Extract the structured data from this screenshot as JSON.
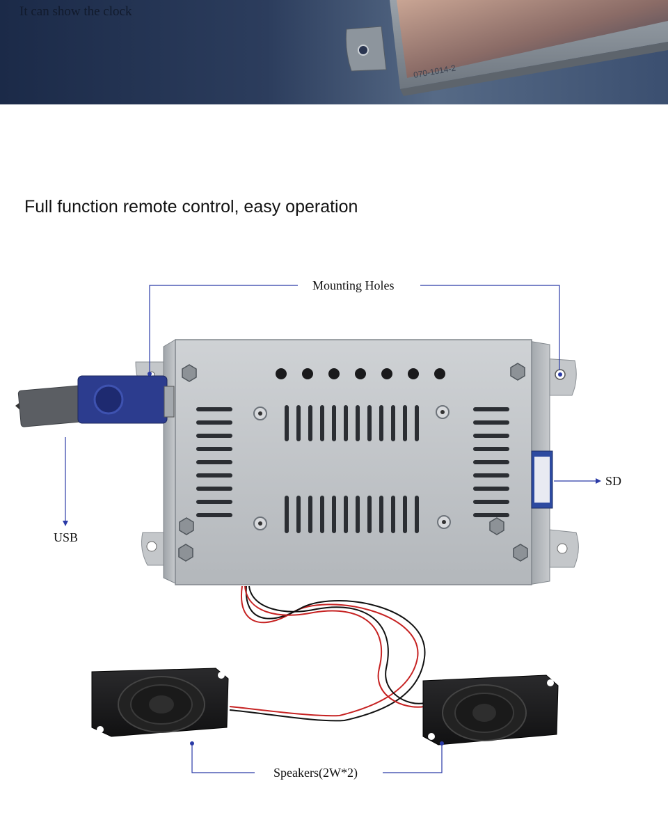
{
  "banner": {
    "caption": "It can show the clock",
    "screen_marking": "070-1014-2"
  },
  "section": {
    "heading": "Full function remote control, easy operation"
  },
  "callouts": {
    "mounting_holes": "Mounting Holes",
    "sd": "SD",
    "usb": "USB",
    "speakers": "Speakers(2W*2)"
  },
  "colors": {
    "callout_line": "#2a3aa6",
    "metal_case": "#bfc2c6",
    "speaker_body": "#1d1d1f",
    "usb_blue": "#2c3c8e"
  }
}
